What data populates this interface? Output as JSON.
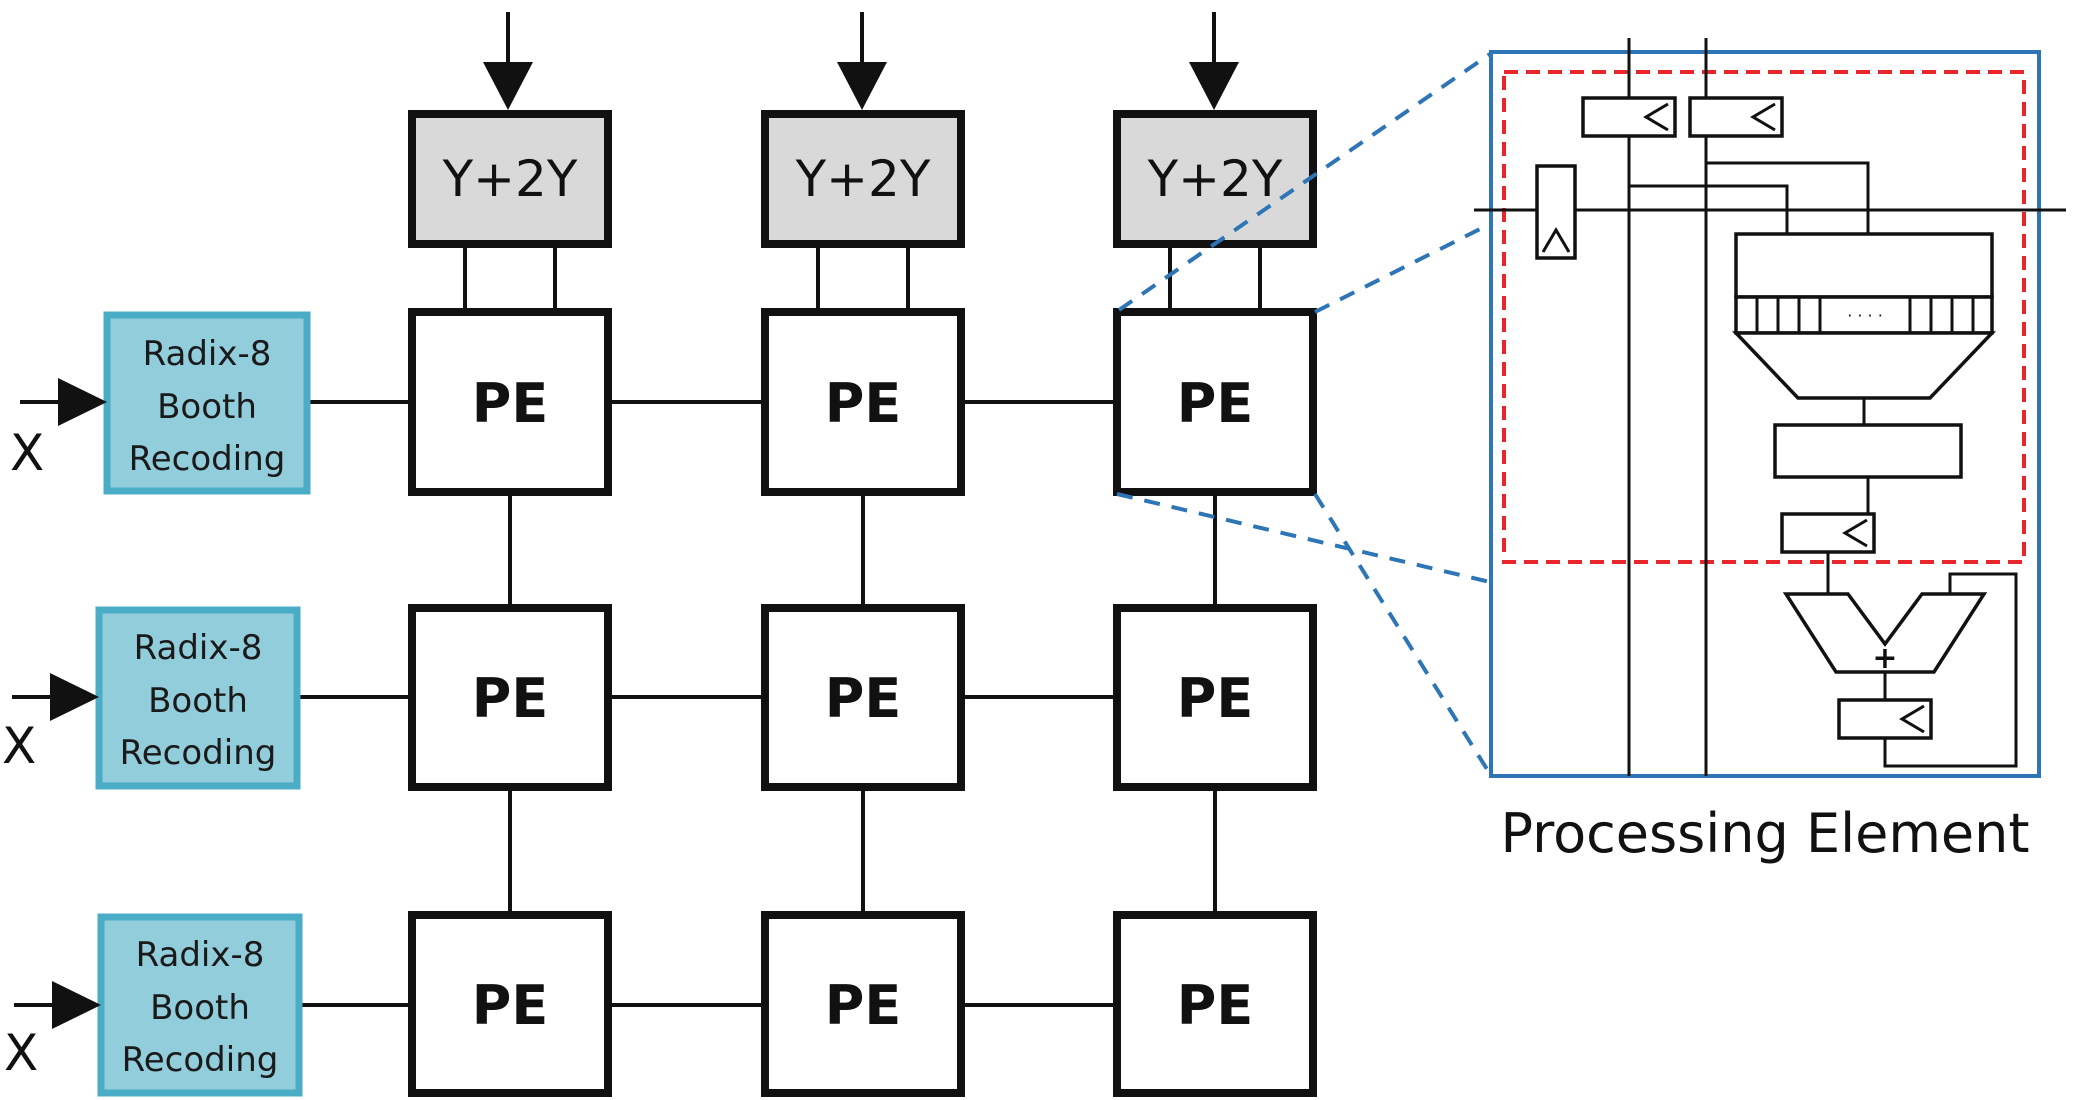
{
  "pe_array": {
    "pe_label": "PE",
    "rows": 3,
    "cols": 3
  },
  "y_units": [
    {
      "label": "Y+2Y"
    },
    {
      "label": "Y+2Y"
    },
    {
      "label": "Y+2Y"
    }
  ],
  "booth_units": [
    {
      "line1": "Radix-8",
      "line2": "Booth",
      "line3": "Recoding",
      "input": "X"
    },
    {
      "line1": "Radix-8",
      "line2": "Booth",
      "line3": "Recoding",
      "input": "X"
    },
    {
      "line1": "Radix-8",
      "line2": "Booth",
      "line3": "Recoding",
      "input": "X"
    }
  ],
  "detail": {
    "caption": "Processing Element",
    "adder_symbol": "+",
    "mux_dots": "· · · ·"
  },
  "colors": {
    "booth_fill": "#92cddc",
    "booth_border": "#4bacc6",
    "y_fill": "#d9d9d9",
    "detail_border": "#2e75b6",
    "zoom_line": "#2e75b6",
    "highlight": "#e8262b"
  }
}
